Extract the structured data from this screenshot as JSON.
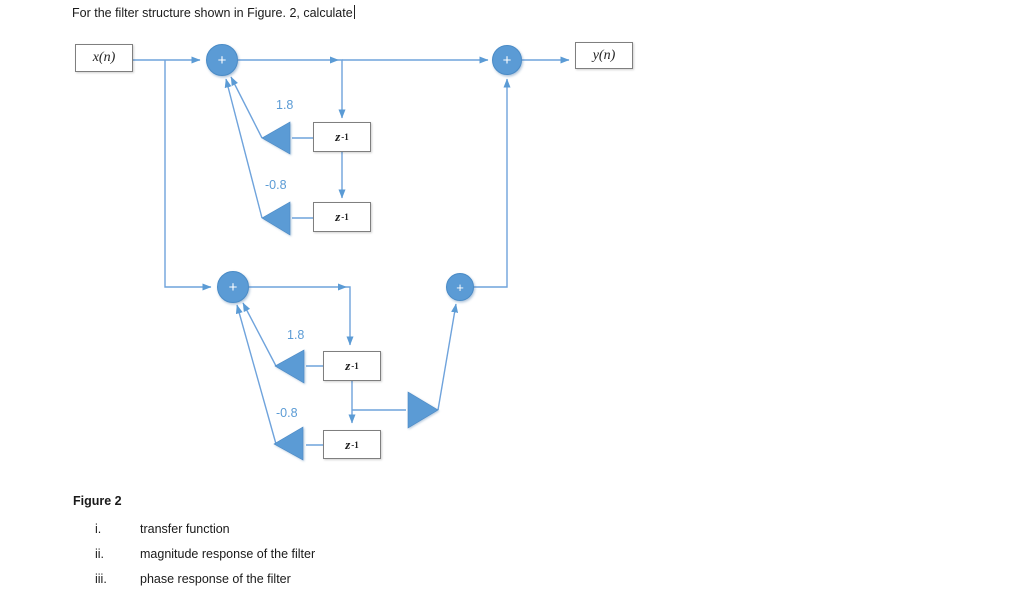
{
  "title": {
    "text": "For the filter structure shown in Figure. 2, calculate"
  },
  "figure_caption": "Figure 2",
  "questions": [
    {
      "num": "i.",
      "text": "transfer function"
    },
    {
      "num": "ii.",
      "text": "magnitude response of the filter"
    },
    {
      "num": "iii.",
      "text": "phase response of the filter"
    }
  ],
  "diagram": {
    "input_label": "x(n)",
    "output_label": "y(n)",
    "adder_symbol": "+",
    "delay_base": "z",
    "delay_exponent": "-1",
    "colors": {
      "accent_blue": "#5b9bd5",
      "line_blue": "#6fa3dc",
      "box_border_gray": "#7f7f7f"
    },
    "sections": [
      {
        "gain1": "1.8",
        "gain2": "-0.8"
      },
      {
        "gain1": "1.8",
        "gain2": "-0.8"
      }
    ]
  }
}
